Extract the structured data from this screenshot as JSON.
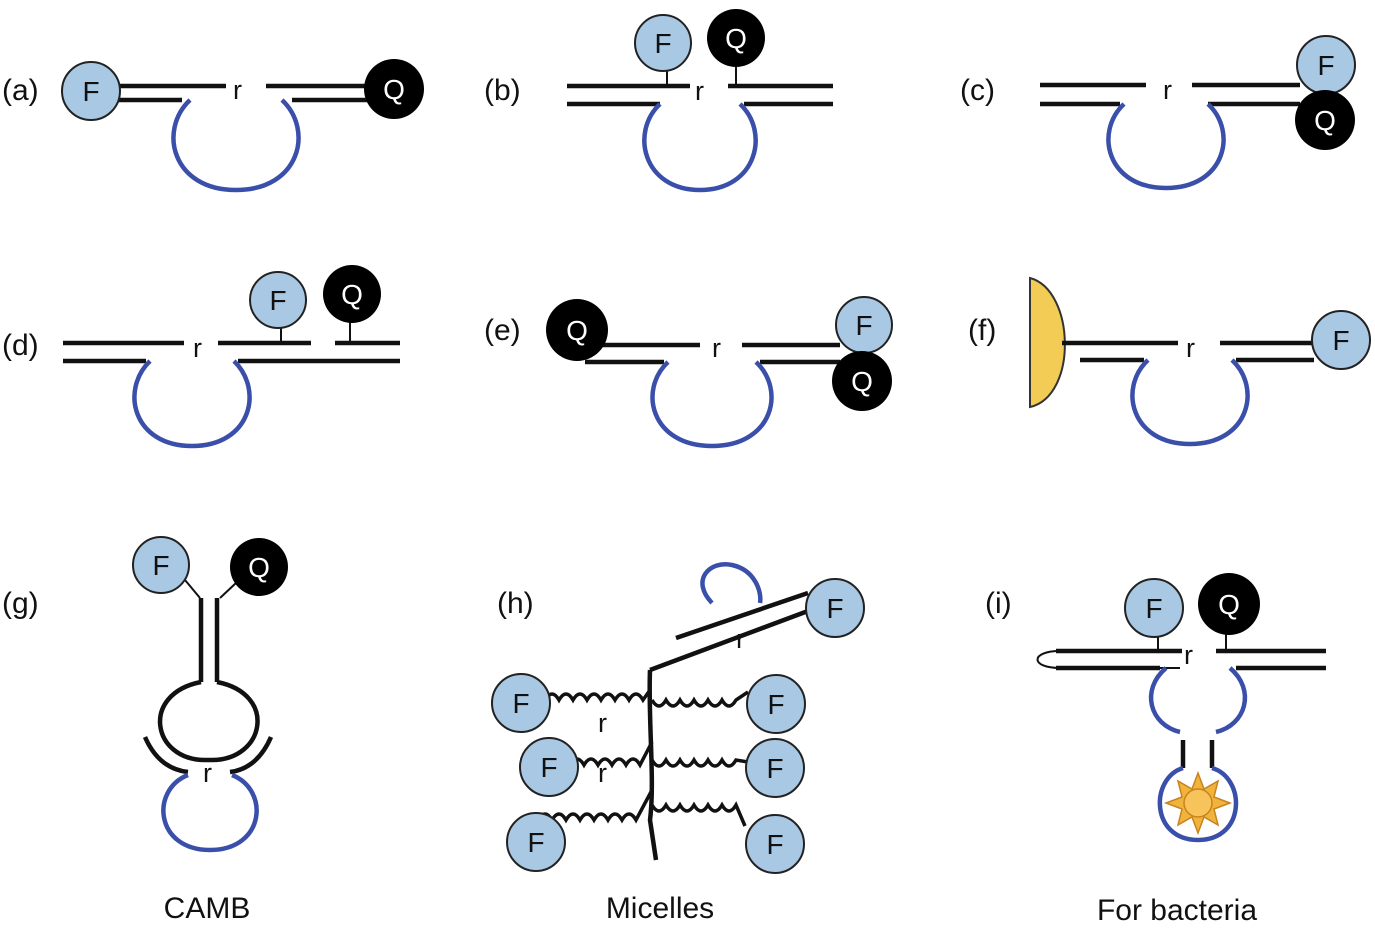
{
  "panels": [
    {
      "id": "a",
      "label": "(a)"
    },
    {
      "id": "b",
      "label": "(b)"
    },
    {
      "id": "c",
      "label": "(c)"
    },
    {
      "id": "d",
      "label": "(d)"
    },
    {
      "id": "e",
      "label": "(e)"
    },
    {
      "id": "f",
      "label": "(f)"
    },
    {
      "id": "g",
      "label": "(g)"
    },
    {
      "id": "h",
      "label": "(h)"
    },
    {
      "id": "i",
      "label": "(i)"
    }
  ],
  "symbols": {
    "fluorophore": "F",
    "quencher": "Q",
    "recognition": "r"
  },
  "captions": {
    "g": "CAMB",
    "h": "Micelles",
    "i": "For bacteria"
  },
  "colors": {
    "fluorophore_fill": "#a9c8e4",
    "quencher_fill": "#000000",
    "loop": "#3a4faa",
    "stem": "#111111",
    "bead": "#f2cc55",
    "sun": "#f0b43c"
  }
}
